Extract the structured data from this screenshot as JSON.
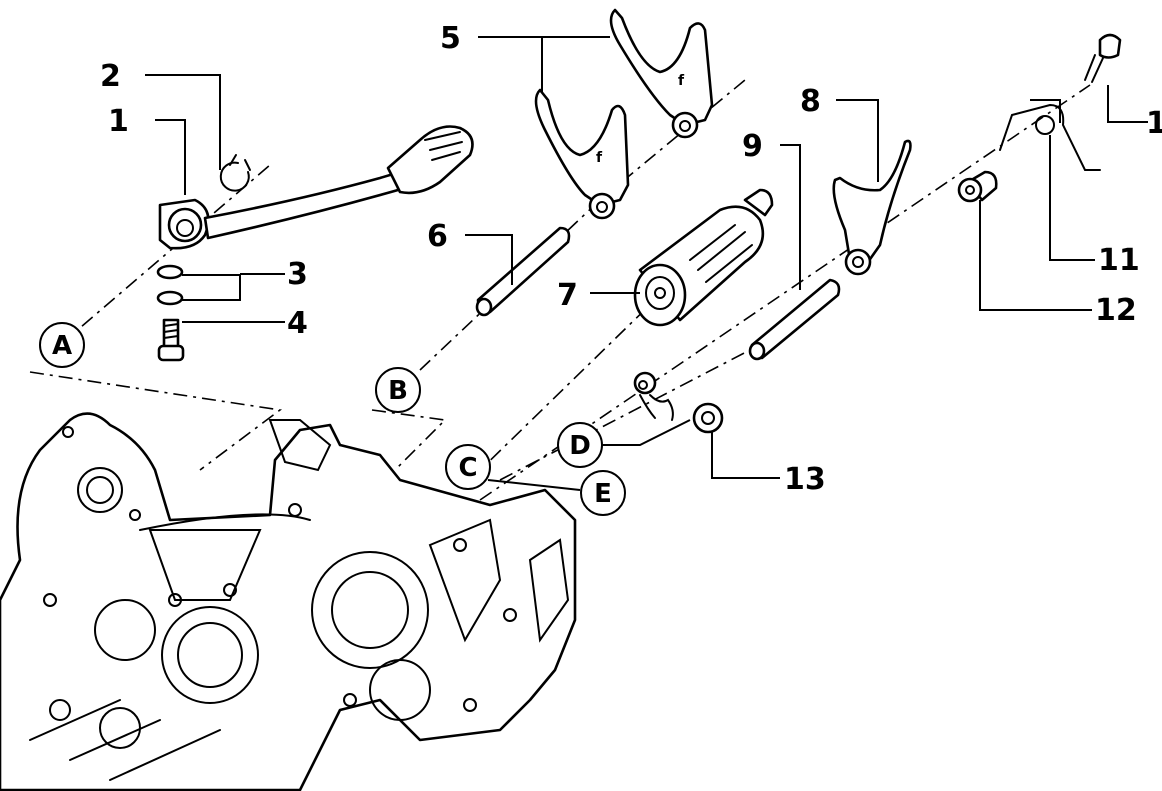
{
  "diagram": {
    "subject": "Gearshift mechanism exploded view",
    "part_numbers": [
      {
        "id": "1",
        "label": "1",
        "part": "gearshift pedal"
      },
      {
        "id": "2",
        "label": "2",
        "part": "circlip"
      },
      {
        "id": "3",
        "label": "3",
        "part": "washers"
      },
      {
        "id": "4",
        "label": "4",
        "part": "bolt"
      },
      {
        "id": "5",
        "label": "5",
        "part": "shift forks"
      },
      {
        "id": "6",
        "label": "6",
        "part": "fork shaft"
      },
      {
        "id": "7",
        "label": "7",
        "part": "shift drum"
      },
      {
        "id": "8",
        "label": "8",
        "part": "shift fork"
      },
      {
        "id": "9",
        "label": "9",
        "part": "fork shaft"
      },
      {
        "id": "10",
        "label": "1",
        "part": "bolt (label partly cut off at edge)"
      },
      {
        "id": "11",
        "label": "11",
        "part": "spring"
      },
      {
        "id": "12",
        "label": "12",
        "part": "roller"
      },
      {
        "id": "13",
        "label": "13",
        "part": "washer"
      }
    ],
    "callout_letters": [
      "A",
      "B",
      "C",
      "D",
      "E"
    ],
    "fork_marks": [
      "f",
      "f"
    ]
  }
}
